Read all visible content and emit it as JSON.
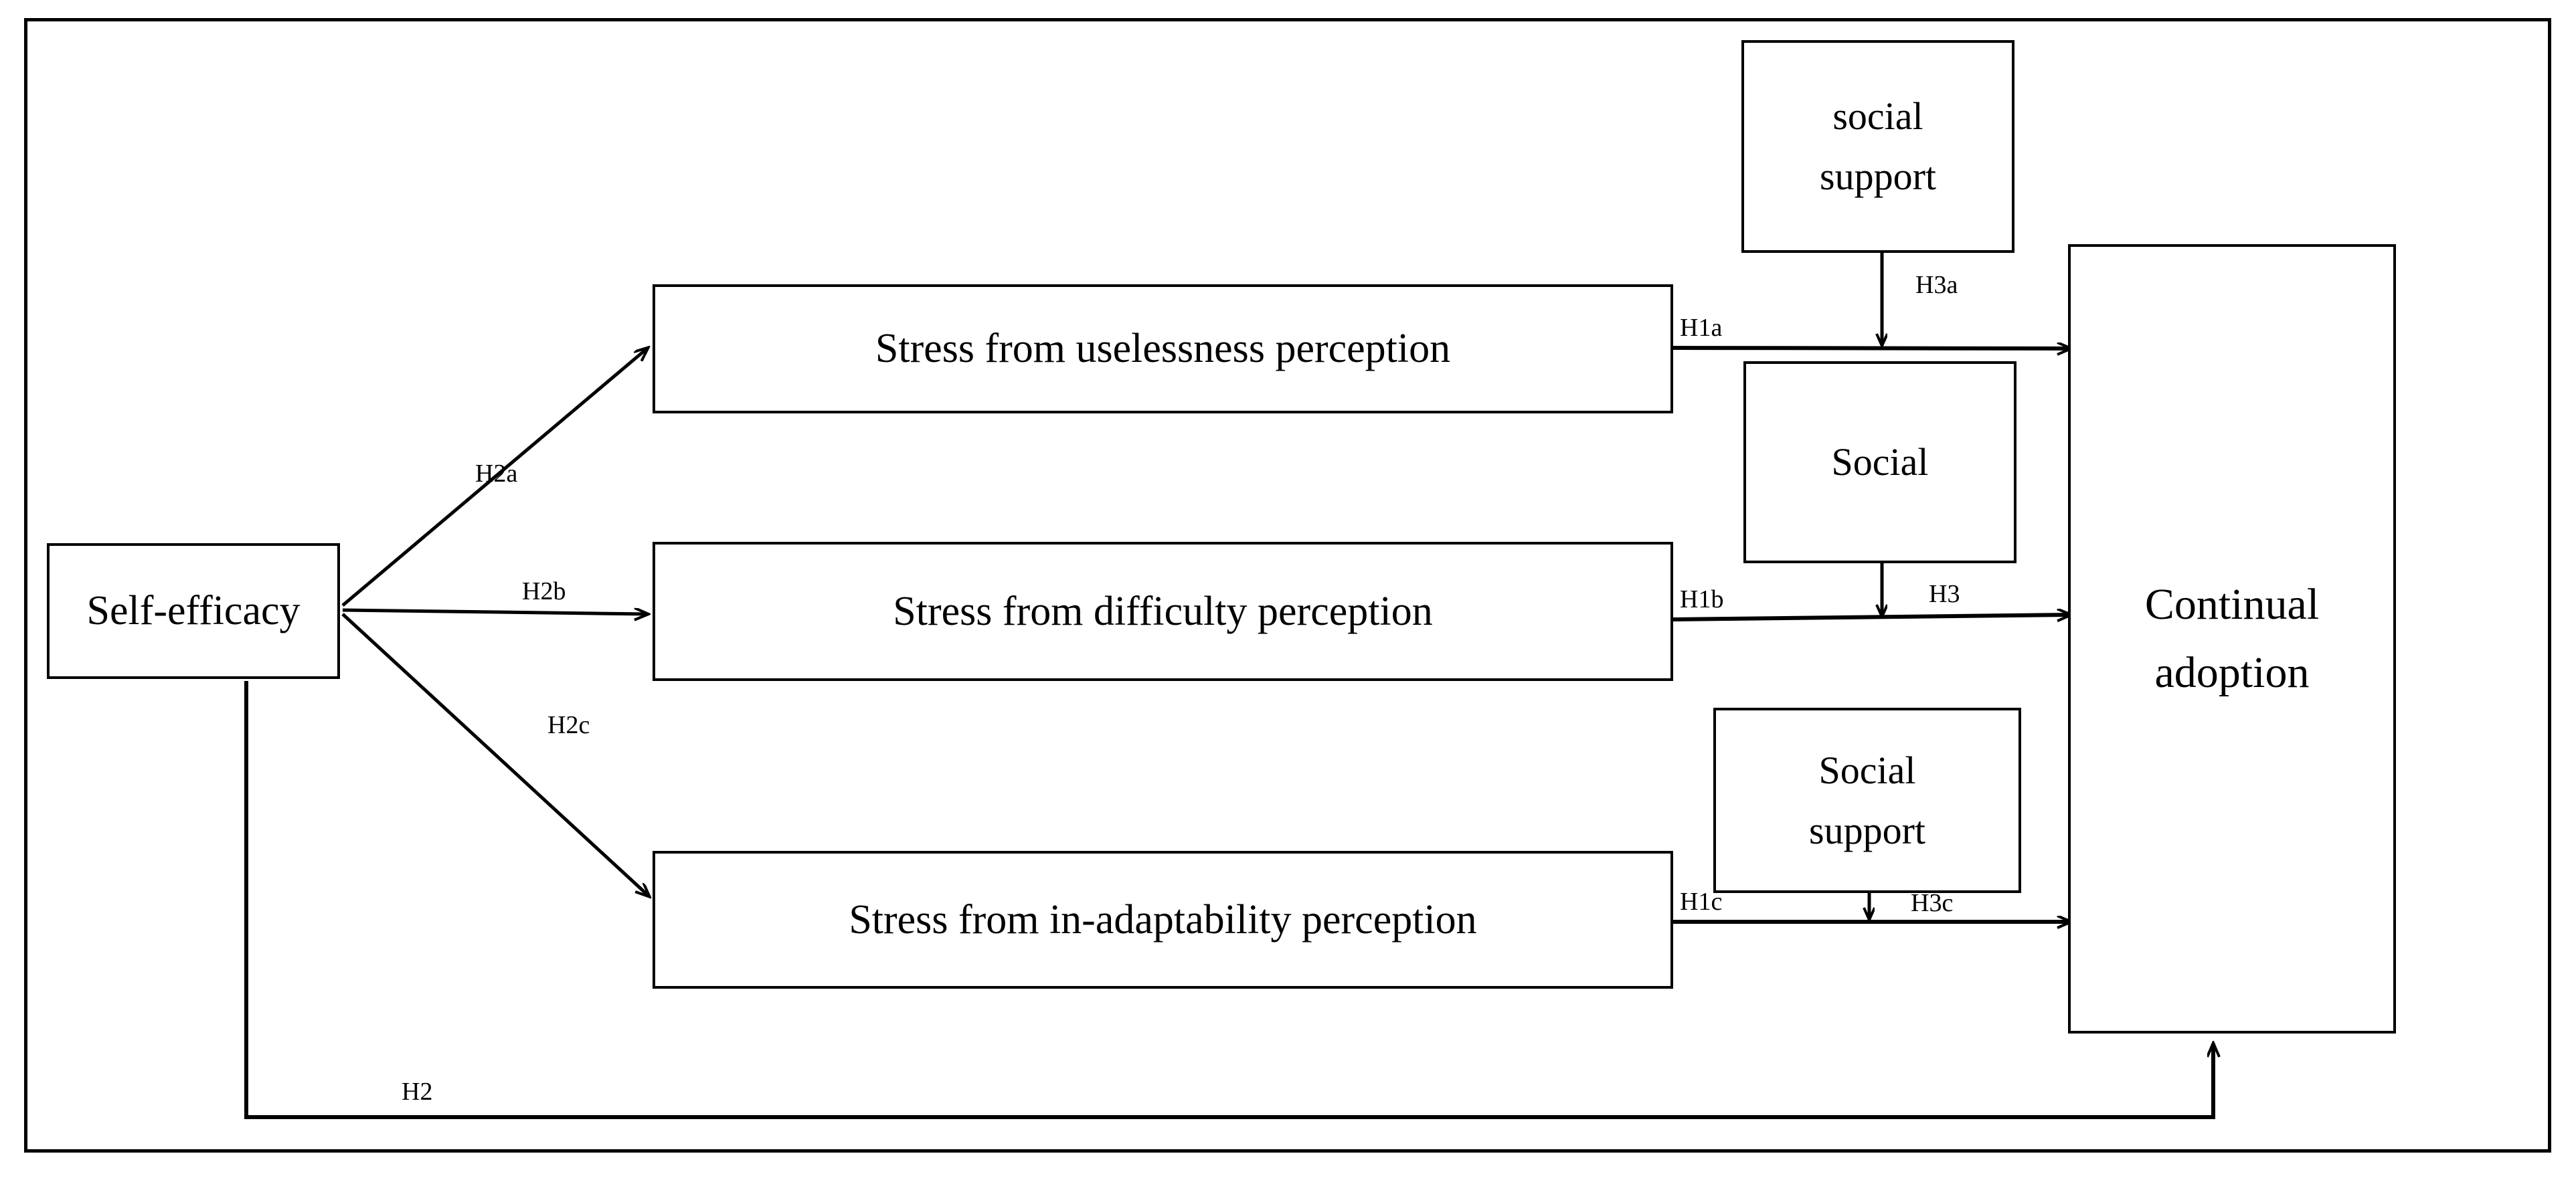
{
  "diagram": {
    "title": "Research model: stress perceptions, self-efficacy, social support and continual adoption",
    "type": "conceptual-path-model",
    "frame": {
      "border_color": "#000000",
      "background": "#ffffff"
    },
    "nodes": [
      {
        "id": "self-efficacy",
        "label": "Self-efficacy"
      },
      {
        "id": "stress-useless",
        "label": "Stress from uselessness perception"
      },
      {
        "id": "stress-difficulty",
        "label": "Stress from difficulty perception"
      },
      {
        "id": "stress-inadapt",
        "label": "Stress from in-adaptability perception"
      },
      {
        "id": "social-support-top",
        "line1": "social",
        "line2": "support"
      },
      {
        "id": "social-mid",
        "line1": "Social",
        "line2": ""
      },
      {
        "id": "social-support-bottom",
        "line1": "Social",
        "line2": "support"
      },
      {
        "id": "continual-adoption",
        "line1": "Continual",
        "line2": "adoption"
      }
    ],
    "edges": [
      {
        "id": "h2a",
        "label": "H2a",
        "from": "self-efficacy",
        "to": "stress-useless"
      },
      {
        "id": "h2b",
        "label": "H2b",
        "from": "self-efficacy",
        "to": "stress-difficulty"
      },
      {
        "id": "h2c",
        "label": "H2c",
        "from": "self-efficacy",
        "to": "stress-inadapt"
      },
      {
        "id": "h2",
        "label": "H2",
        "from": "self-efficacy",
        "to": "continual-adoption"
      },
      {
        "id": "h1a",
        "label": "H1a",
        "from": "stress-useless",
        "to": "continual-adoption"
      },
      {
        "id": "h1b",
        "label": "H1b",
        "from": "stress-difficulty",
        "to": "continual-adoption"
      },
      {
        "id": "h1c",
        "label": "H1c",
        "from": "stress-inadapt",
        "to": "continual-adoption"
      },
      {
        "id": "h3a",
        "label": "H3a",
        "from": "social-support-top",
        "to": "h1a"
      },
      {
        "id": "h3",
        "label": "H3",
        "from": "social-mid",
        "to": "h1b"
      },
      {
        "id": "h3c",
        "label": "H3c",
        "from": "social-support-bottom",
        "to": "h1c"
      }
    ]
  }
}
